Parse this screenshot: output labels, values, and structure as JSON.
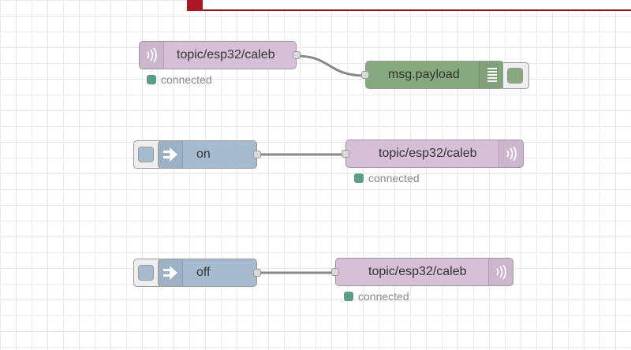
{
  "colors": {
    "mqtt_node": "#d8bfd8",
    "debug_node": "#87a980",
    "inject_node": "#a6bbcf",
    "status_connected": "#5a9e8a",
    "wire": "#888888",
    "tray_accent": "#ad1625"
  },
  "flows": [
    {
      "mqtt_in": {
        "label": "topic/esp32/caleb",
        "icon": "bridge-icon",
        "status": "connected"
      },
      "debug": {
        "label": "msg.payload",
        "icon": "debug-list-icon",
        "enabled": true
      }
    },
    {
      "inject": {
        "label": "on",
        "icon": "inject-arrow-icon"
      },
      "mqtt_out": {
        "label": "topic/esp32/caleb",
        "icon": "bridge-icon",
        "status": "connected"
      }
    },
    {
      "inject": {
        "label": "off",
        "icon": "inject-arrow-icon"
      },
      "mqtt_out": {
        "label": "topic/esp32/caleb",
        "icon": "bridge-icon",
        "status": "connected"
      }
    }
  ]
}
